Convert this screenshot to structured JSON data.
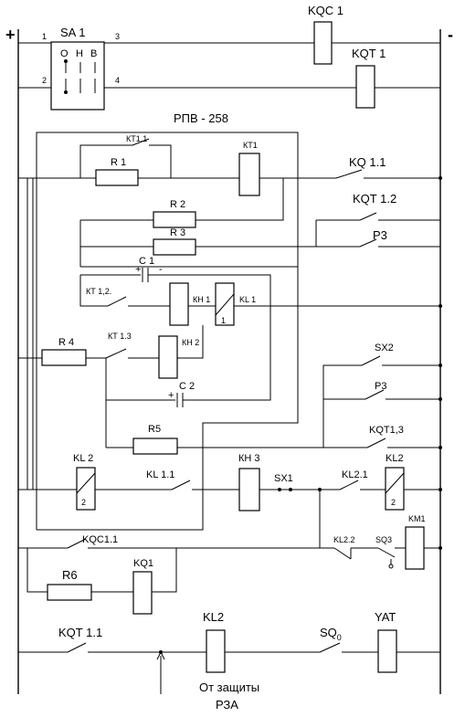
{
  "rails": {
    "plus": "+",
    "minus": "-"
  },
  "switch_sa1": {
    "label": "SA 1",
    "positions": [
      "О",
      "Н",
      "В"
    ],
    "pins": [
      "1",
      "2",
      "3",
      "4"
    ]
  },
  "relay_block": {
    "title": "РПВ - 258"
  },
  "labels": {
    "kqc1": "KQC 1",
    "kqt1": "KQT 1",
    "kt1_1": "КТ1.1",
    "kt1": "КТ1",
    "r1": "R 1",
    "kq1_1": "KQ 1.1",
    "r2": "R 2",
    "kqt1_2": "KQT 1.2",
    "r3": "R 3",
    "p3_top": "Р3",
    "c1": "С 1",
    "c1_plus": "+",
    "c1_minus": "-",
    "kt1_2": "КТ 1,2.",
    "kn1": "КН 1",
    "kl1": "KL 1",
    "kl1_num": "1",
    "r4": "R 4",
    "kt1_3": "КТ 1.3",
    "kn2": "КН 2",
    "sx2": "SX2",
    "p3_mid": "Р3",
    "c2": "С 2",
    "c2_plus": "+",
    "r5": "R5",
    "kqt1_3": "KQT1,3",
    "kl2_left": "KL 2",
    "kl2_left_num": "2",
    "kl1_1": "KL 1.1",
    "kn3": "КН 3",
    "sx1": "SX1",
    "kl2_1": "KL2.1",
    "kl2_right": "KL2",
    "kl2_right_num": "2",
    "kqc1_1": "KQC1.1",
    "kl2_2": "KL2.2",
    "sq3": "SQ3",
    "km1": "KM1",
    "r6": "R6",
    "kq1": "KQ1",
    "kqt1_1": "KQT 1.1",
    "kl2_bottom": "KL2",
    "sq0": "SQ",
    "sq0_sub": "0",
    "yat": "YAT",
    "footer_line1": "От защиты",
    "footer_line2": "РЗА"
  }
}
